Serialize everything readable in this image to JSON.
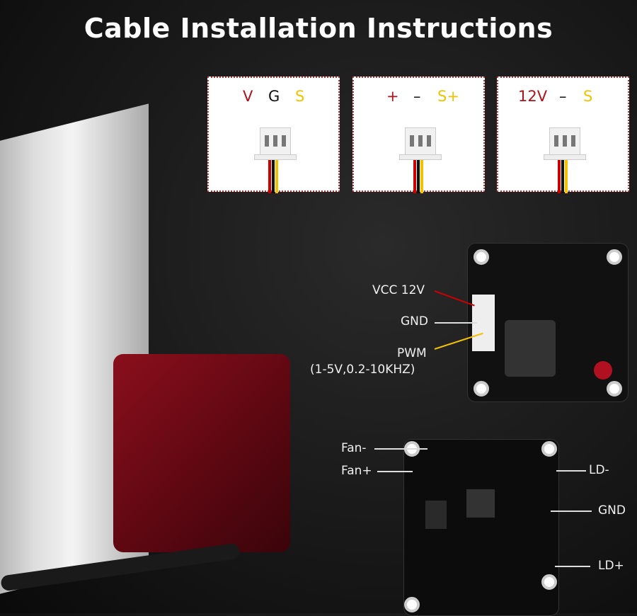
{
  "title": "Cable Installation Instructions",
  "connectors": [
    {
      "labels": [
        "V",
        "G",
        "S"
      ]
    },
    {
      "labels": [
        "+",
        "–",
        "S+"
      ]
    },
    {
      "labels": [
        "12V",
        "–",
        "S"
      ]
    }
  ],
  "driver_board": {
    "vcc": "VCC 12V",
    "gnd": "GND",
    "pwm": "PWM",
    "pwm_spec": "(1-5V,0.2-10KHZ)"
  },
  "laser_board": {
    "fan_minus": "Fan-",
    "fan_plus": "Fan+",
    "ld_minus": "LD-",
    "gnd": "GND",
    "ld_plus": "LD+"
  },
  "colors": {
    "red": "#b0121b",
    "black": "#111111",
    "yellow": "#f2c200"
  }
}
